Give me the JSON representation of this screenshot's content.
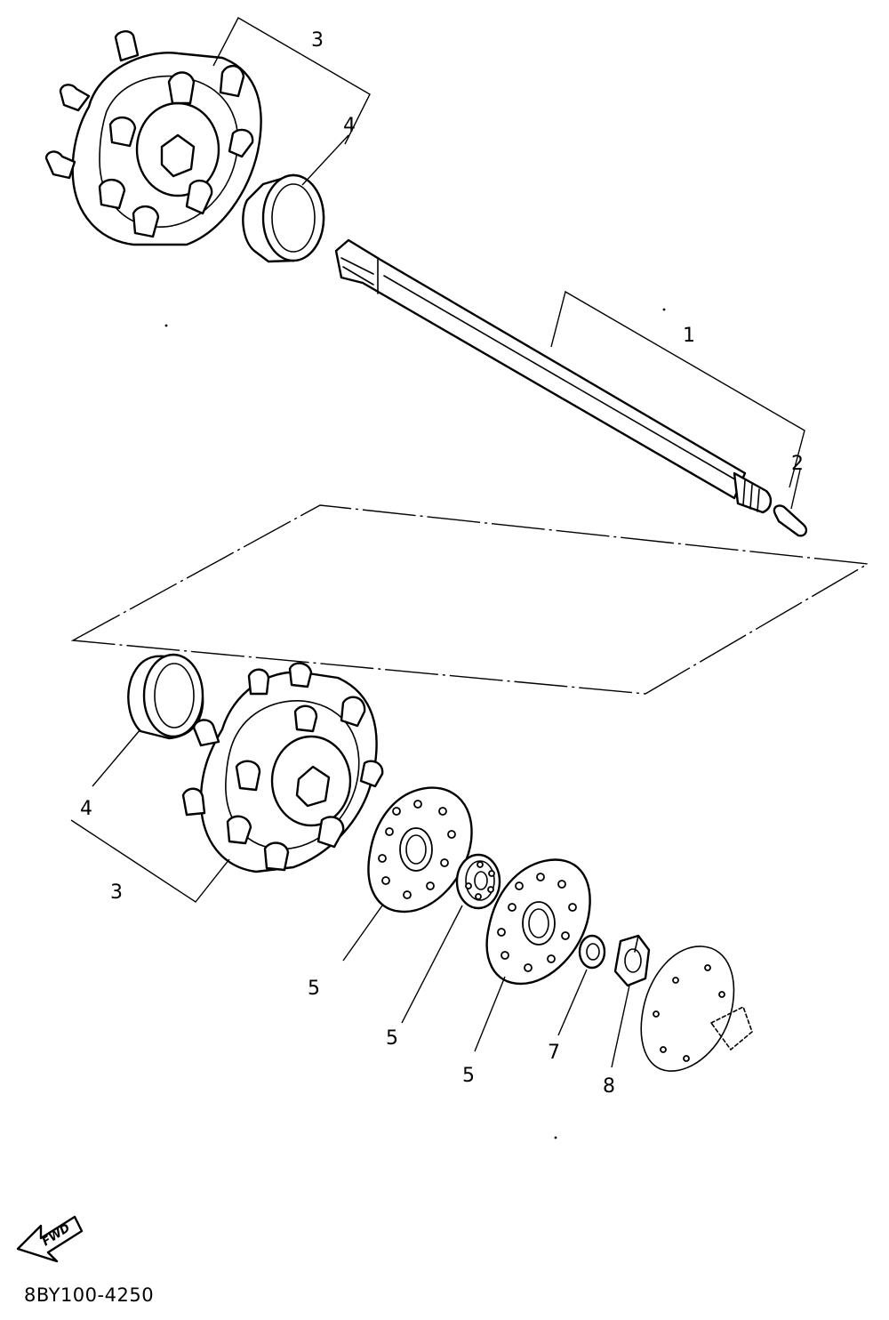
{
  "diagram": {
    "code": "8BY100-4250",
    "fwd_label": "FWD",
    "callouts": {
      "c1": "1",
      "c2": "2",
      "c3_top": "3",
      "c4_top": "4",
      "c4_bottom": "4",
      "c3_bottom": "3",
      "c5_plate_left": "5",
      "c5_bearing": "5",
      "c5_plate_right": "5",
      "c7": "7",
      "c8": "8"
    }
  }
}
